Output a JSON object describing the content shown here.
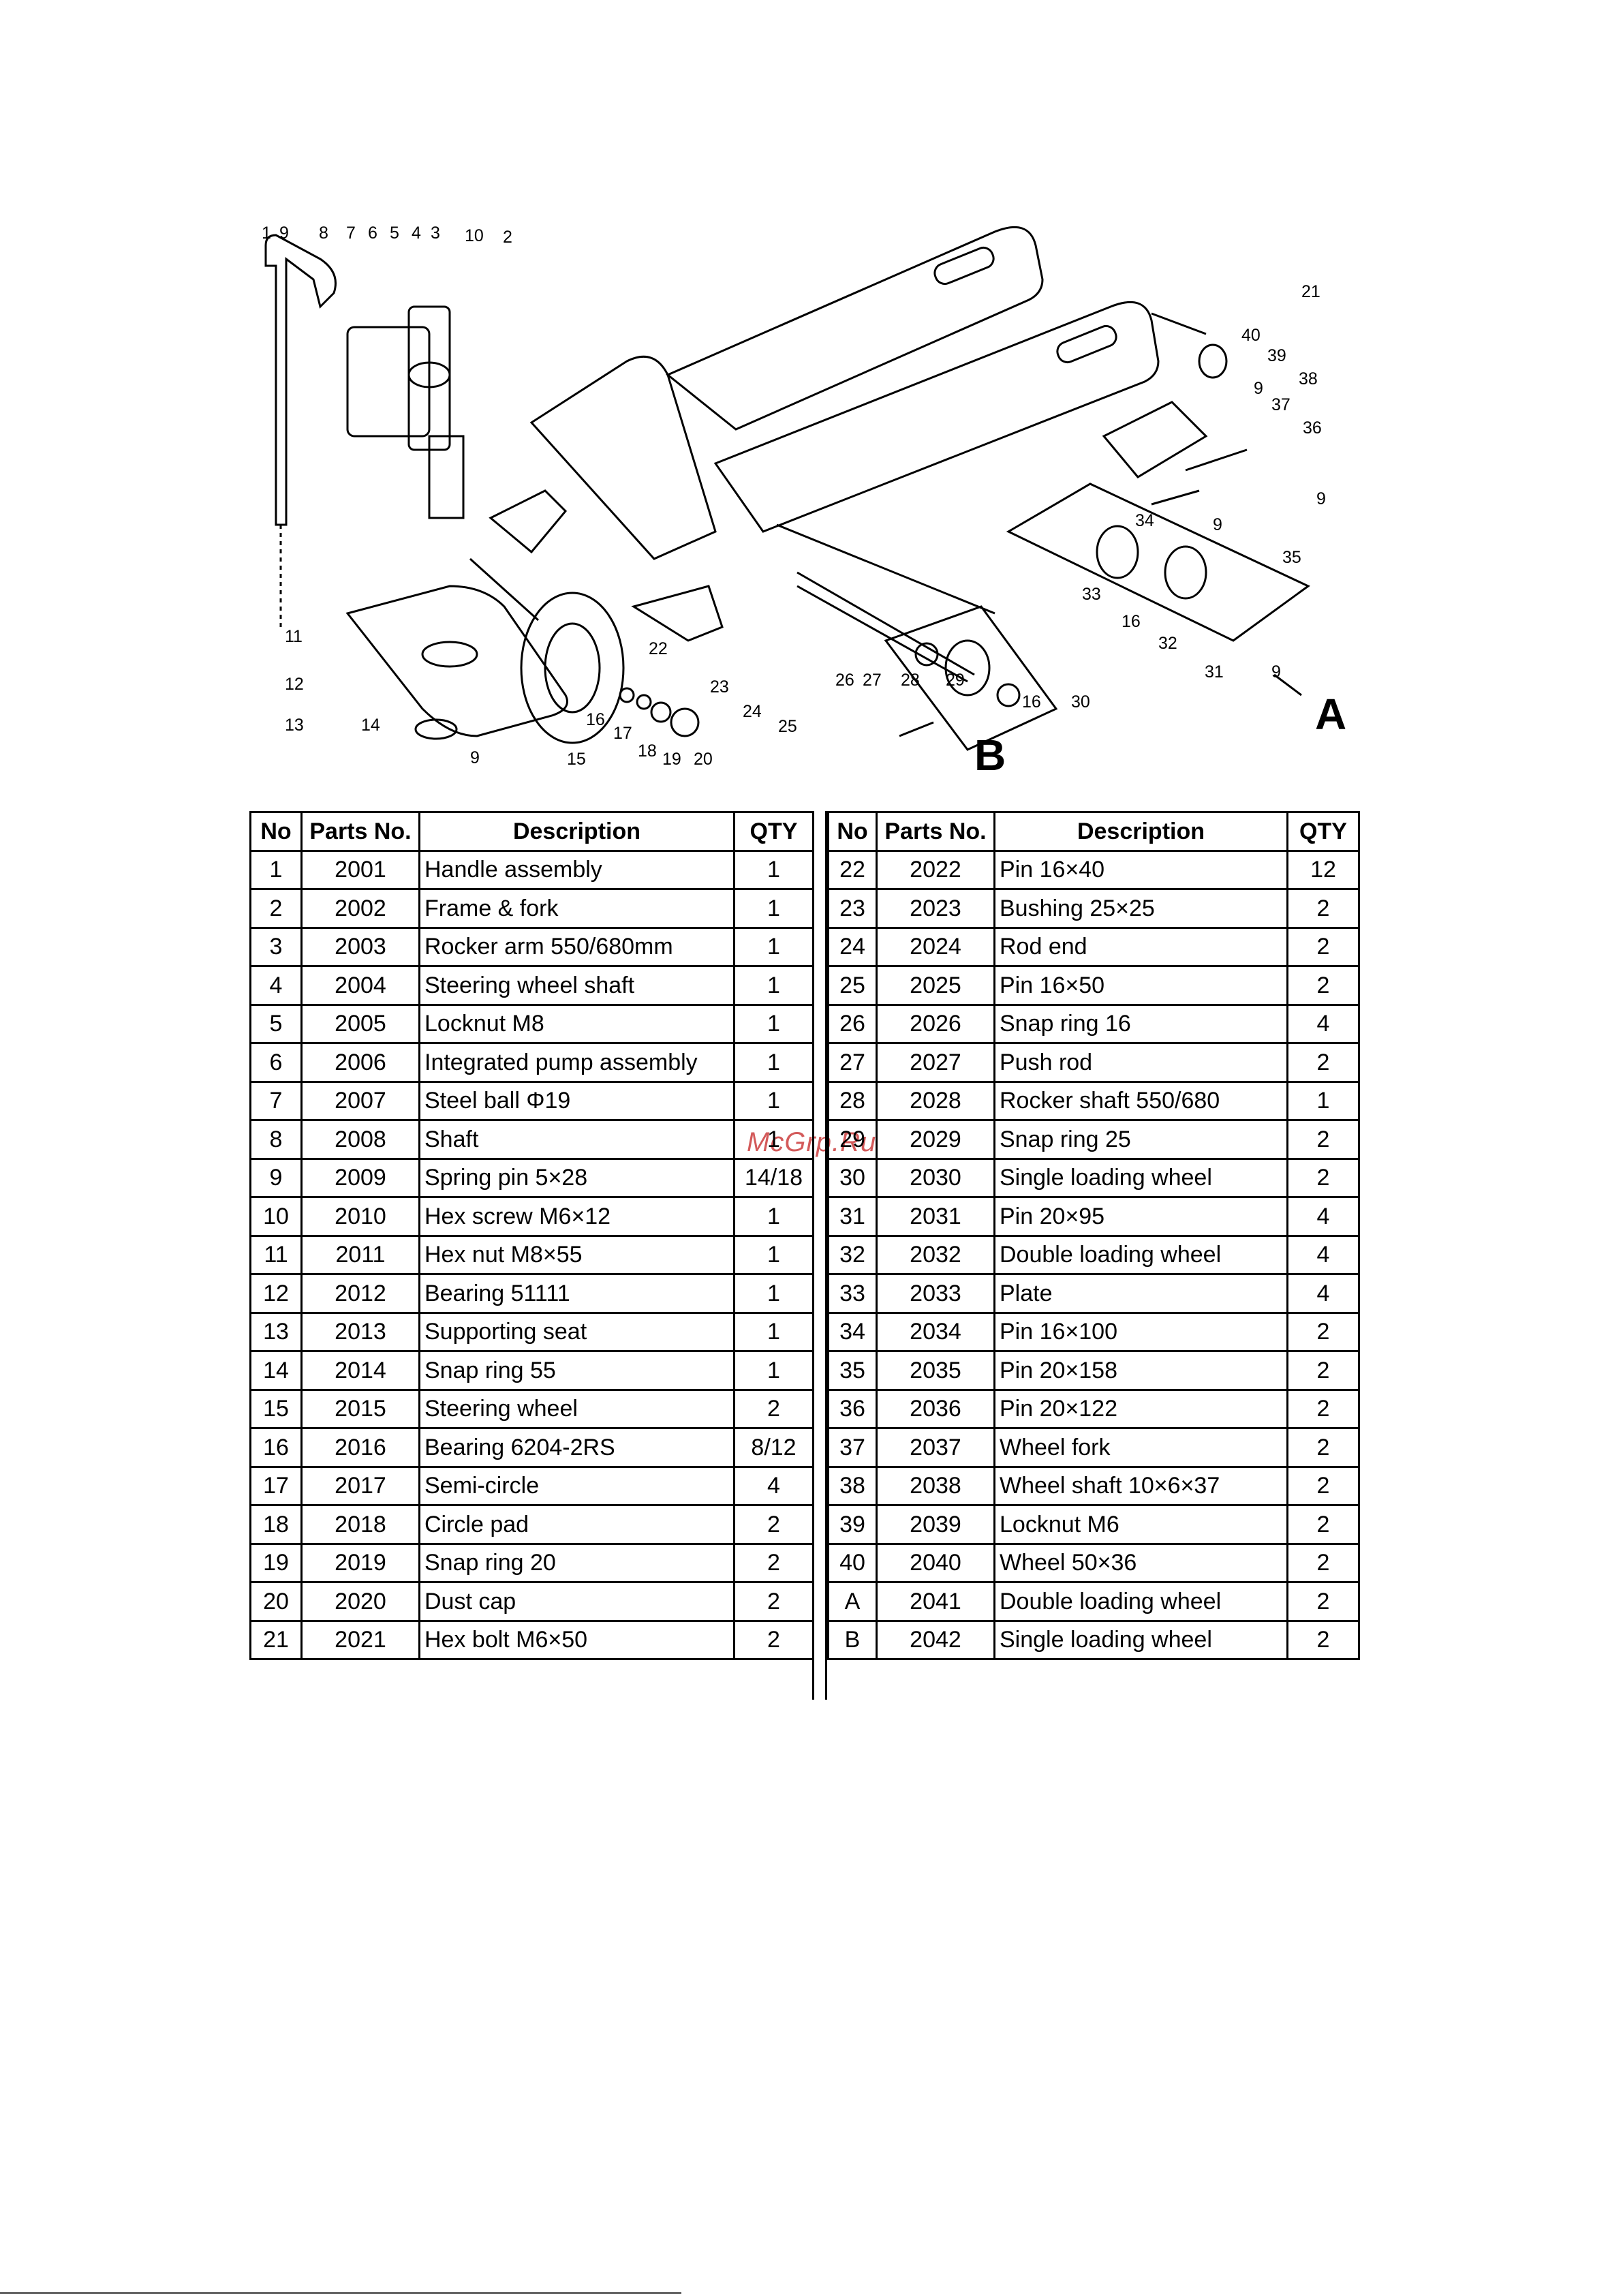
{
  "watermark": "McGrp.Ru",
  "diagram": {
    "callouts": [
      "1",
      "9",
      "8",
      "7",
      "6",
      "5",
      "4",
      "3",
      "10",
      "2",
      "21",
      "40",
      "39",
      "38",
      "9",
      "37",
      "36",
      "9",
      "34",
      "9",
      "35",
      "33",
      "16",
      "32",
      "31",
      "9",
      "11",
      "12",
      "13",
      "14",
      "9",
      "15",
      "16",
      "17",
      "18",
      "19",
      "20",
      "22",
      "23",
      "24",
      "25",
      "26",
      "27",
      "28",
      "29",
      "16",
      "30"
    ],
    "view_labels": [
      "A",
      "B"
    ]
  },
  "table": {
    "headers": [
      "No",
      "Parts No.",
      "Description",
      "QTY"
    ],
    "left_rows": [
      [
        "1",
        "2001",
        "Handle assembly",
        "1"
      ],
      [
        "2",
        "2002",
        "Frame & fork",
        "1"
      ],
      [
        "3",
        "2003",
        "Rocker arm 550/680mm",
        "1"
      ],
      [
        "4",
        "2004",
        "Steering wheel shaft",
        "1"
      ],
      [
        "5",
        "2005",
        "Locknut M8",
        "1"
      ],
      [
        "6",
        "2006",
        "Integrated pump assembly",
        "1"
      ],
      [
        "7",
        "2007",
        "Steel ball Φ19",
        "1"
      ],
      [
        "8",
        "2008",
        "Shaft",
        "1"
      ],
      [
        "9",
        "2009",
        "Spring pin 5×28",
        "14/18"
      ],
      [
        "10",
        "2010",
        "Hex screw M6×12",
        "1"
      ],
      [
        "11",
        "2011",
        "Hex nut M8×55",
        "1"
      ],
      [
        "12",
        "2012",
        "Bearing 51111",
        "1"
      ],
      [
        "13",
        "2013",
        "Supporting seat",
        "1"
      ],
      [
        "14",
        "2014",
        "Snap ring 55",
        "1"
      ],
      [
        "15",
        "2015",
        "Steering wheel",
        "2"
      ],
      [
        "16",
        "2016",
        "Bearing 6204-2RS",
        "8/12"
      ],
      [
        "17",
        "2017",
        "Semi-circle",
        "4"
      ],
      [
        "18",
        "2018",
        "Circle pad",
        "2"
      ],
      [
        "19",
        "2019",
        "Snap ring 20",
        "2"
      ],
      [
        "20",
        "2020",
        "Dust cap",
        "2"
      ],
      [
        "21",
        "2021",
        "Hex bolt M6×50",
        "2"
      ]
    ],
    "right_rows": [
      [
        "22",
        "2022",
        "Pin 16×40",
        "12"
      ],
      [
        "23",
        "2023",
        "Bushing 25×25",
        "2"
      ],
      [
        "24",
        "2024",
        "Rod end",
        "2"
      ],
      [
        "25",
        "2025",
        "Pin 16×50",
        "2"
      ],
      [
        "26",
        "2026",
        "Snap ring 16",
        "4"
      ],
      [
        "27",
        "2027",
        "Push rod",
        "2"
      ],
      [
        "28",
        "2028",
        "Rocker shaft 550/680",
        "1"
      ],
      [
        "29",
        "2029",
        "Snap ring 25",
        "2"
      ],
      [
        "30",
        "2030",
        "Single loading wheel",
        "2"
      ],
      [
        "31",
        "2031",
        "Pin 20×95",
        "4"
      ],
      [
        "32",
        "2032",
        "Double loading wheel",
        "4"
      ],
      [
        "33",
        "2033",
        "Plate",
        "4"
      ],
      [
        "34",
        "2034",
        "Pin 16×100",
        "2"
      ],
      [
        "35",
        "2035",
        "Pin 20×158",
        "2"
      ],
      [
        "36",
        "2036",
        "Pin 20×122",
        "2"
      ],
      [
        "37",
        "2037",
        "Wheel fork",
        "2"
      ],
      [
        "38",
        "2038",
        "Wheel shaft 10×6×37",
        "2"
      ],
      [
        "39",
        "2039",
        "Locknut M6",
        "2"
      ],
      [
        "40",
        "2040",
        "Wheel 50×36",
        "2"
      ],
      [
        "A",
        "2041",
        "Double loading wheel",
        "2"
      ],
      [
        "B",
        "2042",
        "Single loading wheel",
        "2"
      ]
    ]
  }
}
